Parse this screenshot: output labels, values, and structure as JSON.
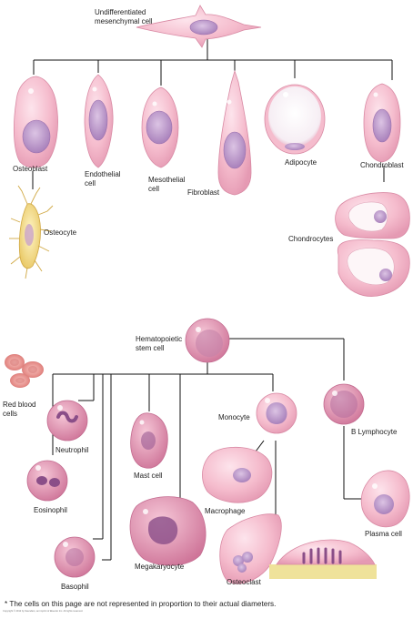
{
  "labels": {
    "mesenchymal": "Undifferentiated\nmesenchymal cell",
    "osteoblast": "Osteoblast",
    "endothelial": "Endothelial\ncell",
    "mesothelial": "Mesothelial\ncell",
    "fibroblast": "Fibroblast",
    "adipocyte": "Adipocyte",
    "chondroblast": "Chondroblast",
    "osteocyte": "Osteocyte",
    "chondrocytes": "Chondrocytes",
    "hematopoietic": "Hematopoietic\nstem cell",
    "rbc": "Red blood\ncells",
    "neutrophil": "Neutrophil",
    "eosinophil": "Eosinophil",
    "basophil": "Basophil",
    "mast": "Mast cell",
    "megakaryocyte": "Megakaryocyte",
    "monocyte": "Monocyte",
    "macrophage": "Macrophage",
    "osteoclast": "Osteoclast",
    "b_lymphocyte": "B Lymphocyte",
    "plasma": "Plasma cell"
  },
  "footnote": "* The cells on this page are not represented in proportion to their actual diameters.",
  "copyright": "Copyright © 2012 by Saunders, an imprint of Elsevier Inc. All rights reserved.",
  "colors": {
    "cytoplasm": "#f4b8c8",
    "cell_edge": "#d98aa4",
    "nucleus": "#b890c8",
    "granule_cell": "#d27a9e",
    "osteocyte": "#f2dc88",
    "rbc": "#e88a88",
    "bone": "#efe29a",
    "line": "#111111"
  }
}
